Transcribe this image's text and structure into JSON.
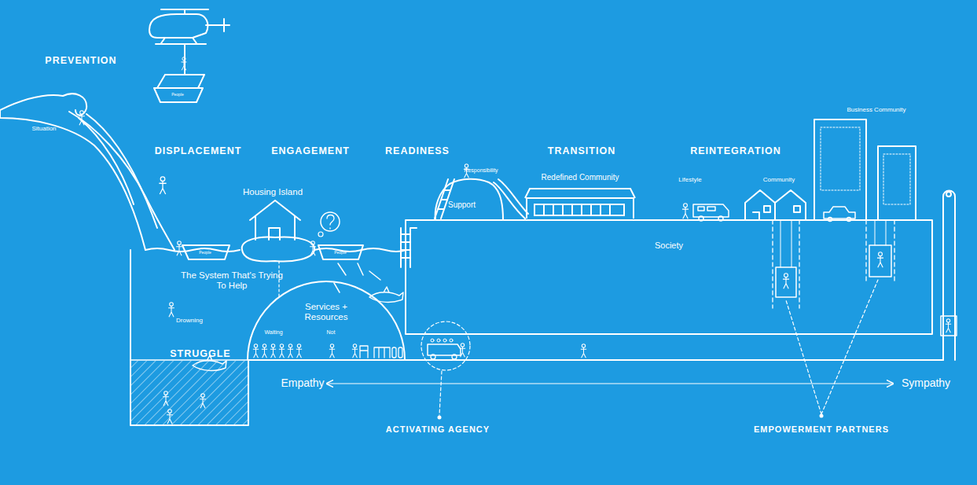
{
  "diagram": {
    "nodes": [
      {
        "text": [
          "Society"
        ]
      },
      {
        "text": [
          "Services + Resources"
        ]
      },
      {
        "text": [
          "Support"
        ]
      },
      {
        "text": [
          "Redefined Community"
        ]
      }
    ],
    "labels": [
      "PREVENTION",
      "DISPLACEMENT",
      "ENGAGEMENT",
      "READINESS",
      "TRANSITION",
      "REINTEGRATION",
      "Situation",
      "People",
      "People",
      "People",
      "Housing Island",
      "The System That's Trying To Help",
      "Drowning",
      "Waiting",
      "Not",
      "STRUGGLE",
      "Responsibility",
      "Lifestyle",
      "Community",
      "Business Community",
      "Empathy",
      "Sympathy",
      "ACTIVATING AGENCY",
      "EMPOWERMENT PARTNERS"
    ]
  }
}
